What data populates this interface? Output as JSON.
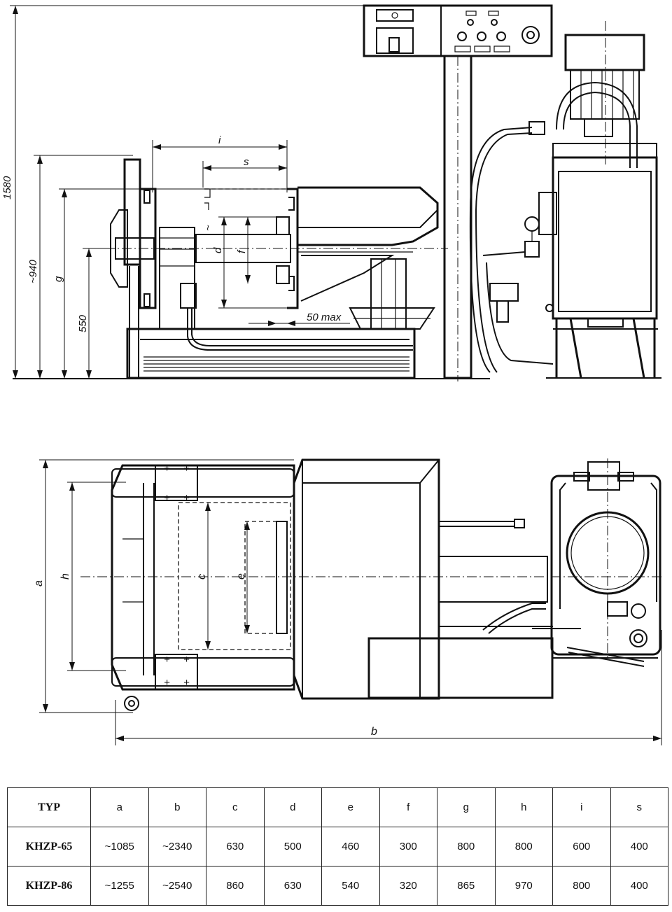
{
  "drawing": {
    "side_view_labels": {
      "dim_1580": "1580",
      "dim_940": "~940",
      "dim_g": "g",
      "dim_550": "550",
      "dim_i": "i",
      "dim_s": "s",
      "dim_d": "d",
      "dim_f": "f",
      "dim_50max": "50 max"
    },
    "top_view_labels": {
      "dim_a": "a",
      "dim_h": "h",
      "dim_c": "c",
      "dim_e": "e",
      "dim_b": "b"
    }
  },
  "table": {
    "headers": [
      "TYP",
      "a",
      "b",
      "c",
      "d",
      "e",
      "f",
      "g",
      "h",
      "i",
      "s"
    ],
    "rows": [
      {
        "type": "KHZP-65",
        "values": [
          "~1085",
          "~2340",
          "630",
          "500",
          "460",
          "300",
          "800",
          "800",
          "600",
          "400"
        ]
      },
      {
        "type": "KHZP-86",
        "values": [
          "~1255",
          "~2540",
          "860",
          "630",
          "540",
          "320",
          "865",
          "970",
          "800",
          "400"
        ]
      }
    ]
  }
}
